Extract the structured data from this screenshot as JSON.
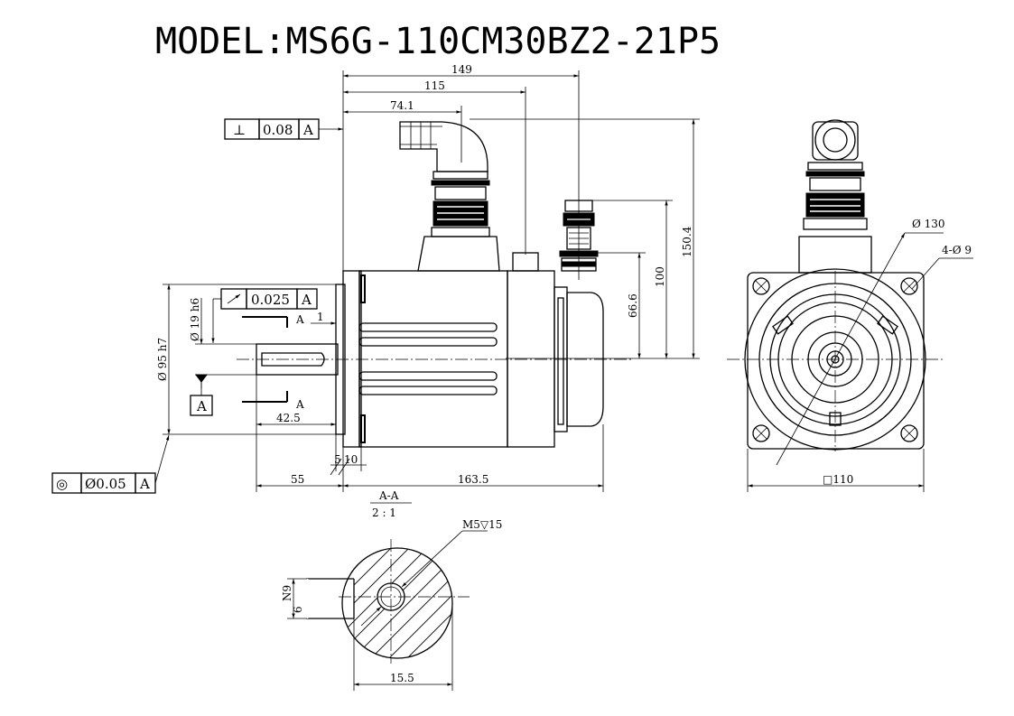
{
  "title": "MODEL:MS6G-110CM30BZ2-21P5",
  "side_view": {
    "dims": {
      "overall": "149",
      "to_center_conn": "115",
      "to_power_conn": "74.1",
      "height_power": "150.4",
      "height_encoder": "100",
      "height_small": "66.6",
      "pilot": "Ø 95 h7",
      "shaft": "Ø 19 h6",
      "key_len": "42.5",
      "shaft_len": "55",
      "body_len": "163.5",
      "flange_a": "5",
      "flange_b": "10",
      "chamfer": "1",
      "section_a_top": "A",
      "section_a_bottom": "A"
    },
    "gdt": {
      "perp_symbol": "⊥",
      "perp_tol": "0.08",
      "perp_datum": "A",
      "runout_tol": "0.025",
      "runout_datum": "A",
      "conc_symbol": "◎",
      "conc_tol": "Ø0.05",
      "conc_datum": "A",
      "datum_label": "A"
    }
  },
  "front_view": {
    "dims": {
      "bolt_circle": "Ø 130",
      "holes": "4-Ø 9",
      "square": "□110"
    }
  },
  "section_view": {
    "name": "A-A",
    "scale": "2 : 1",
    "thread": "M5▽15",
    "key_width": "N9",
    "key_depth": "6",
    "shaft_height": "15.5"
  }
}
